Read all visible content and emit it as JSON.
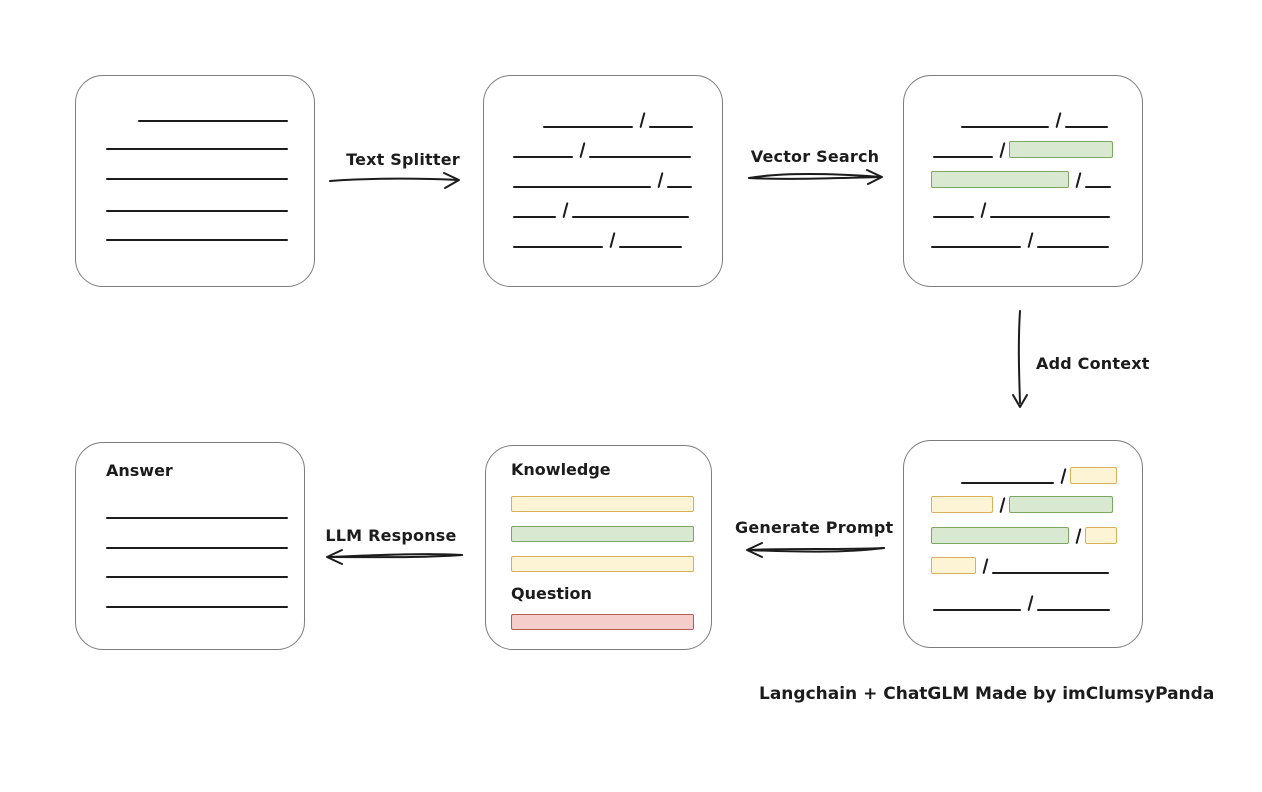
{
  "credit": "Langchain + ChatGLM Made by imClumsyPanda",
  "colors": {
    "canvas-bg": "#ffffff",
    "box-border": "#7d7d7d",
    "ink": "#1c1c1c",
    "green-fill": "#d9e8d1",
    "green-stroke": "#7ca763",
    "yellow-fill": "#fdf3d5",
    "yellow-stroke": "#d7b05a",
    "red-fill": "#f5cdcb",
    "red-stroke": "#b75d58"
  },
  "nodes": [
    {
      "id": "source-document"
    },
    {
      "id": "split-chunks"
    },
    {
      "id": "vector-matched-chunks",
      "highlight": "green"
    },
    {
      "id": "context-chunks",
      "highlight": "green-and-yellow"
    },
    {
      "id": "prompt",
      "sections": [
        {
          "title": "Knowledge"
        },
        {
          "title": "Question"
        }
      ]
    },
    {
      "id": "answer",
      "title": "Answer"
    }
  ],
  "edges": [
    {
      "from": "source-document",
      "to": "split-chunks",
      "label": "Text Splitter",
      "direction": "right"
    },
    {
      "from": "split-chunks",
      "to": "vector-matched-chunks",
      "label": "Vector Search",
      "direction": "right"
    },
    {
      "from": "vector-matched-chunks",
      "to": "context-chunks",
      "label": "Add Context",
      "direction": "down"
    },
    {
      "from": "context-chunks",
      "to": "prompt",
      "label": "Generate Prompt",
      "direction": "left"
    },
    {
      "from": "prompt",
      "to": "answer",
      "label": "LLM Response",
      "direction": "left"
    }
  ]
}
